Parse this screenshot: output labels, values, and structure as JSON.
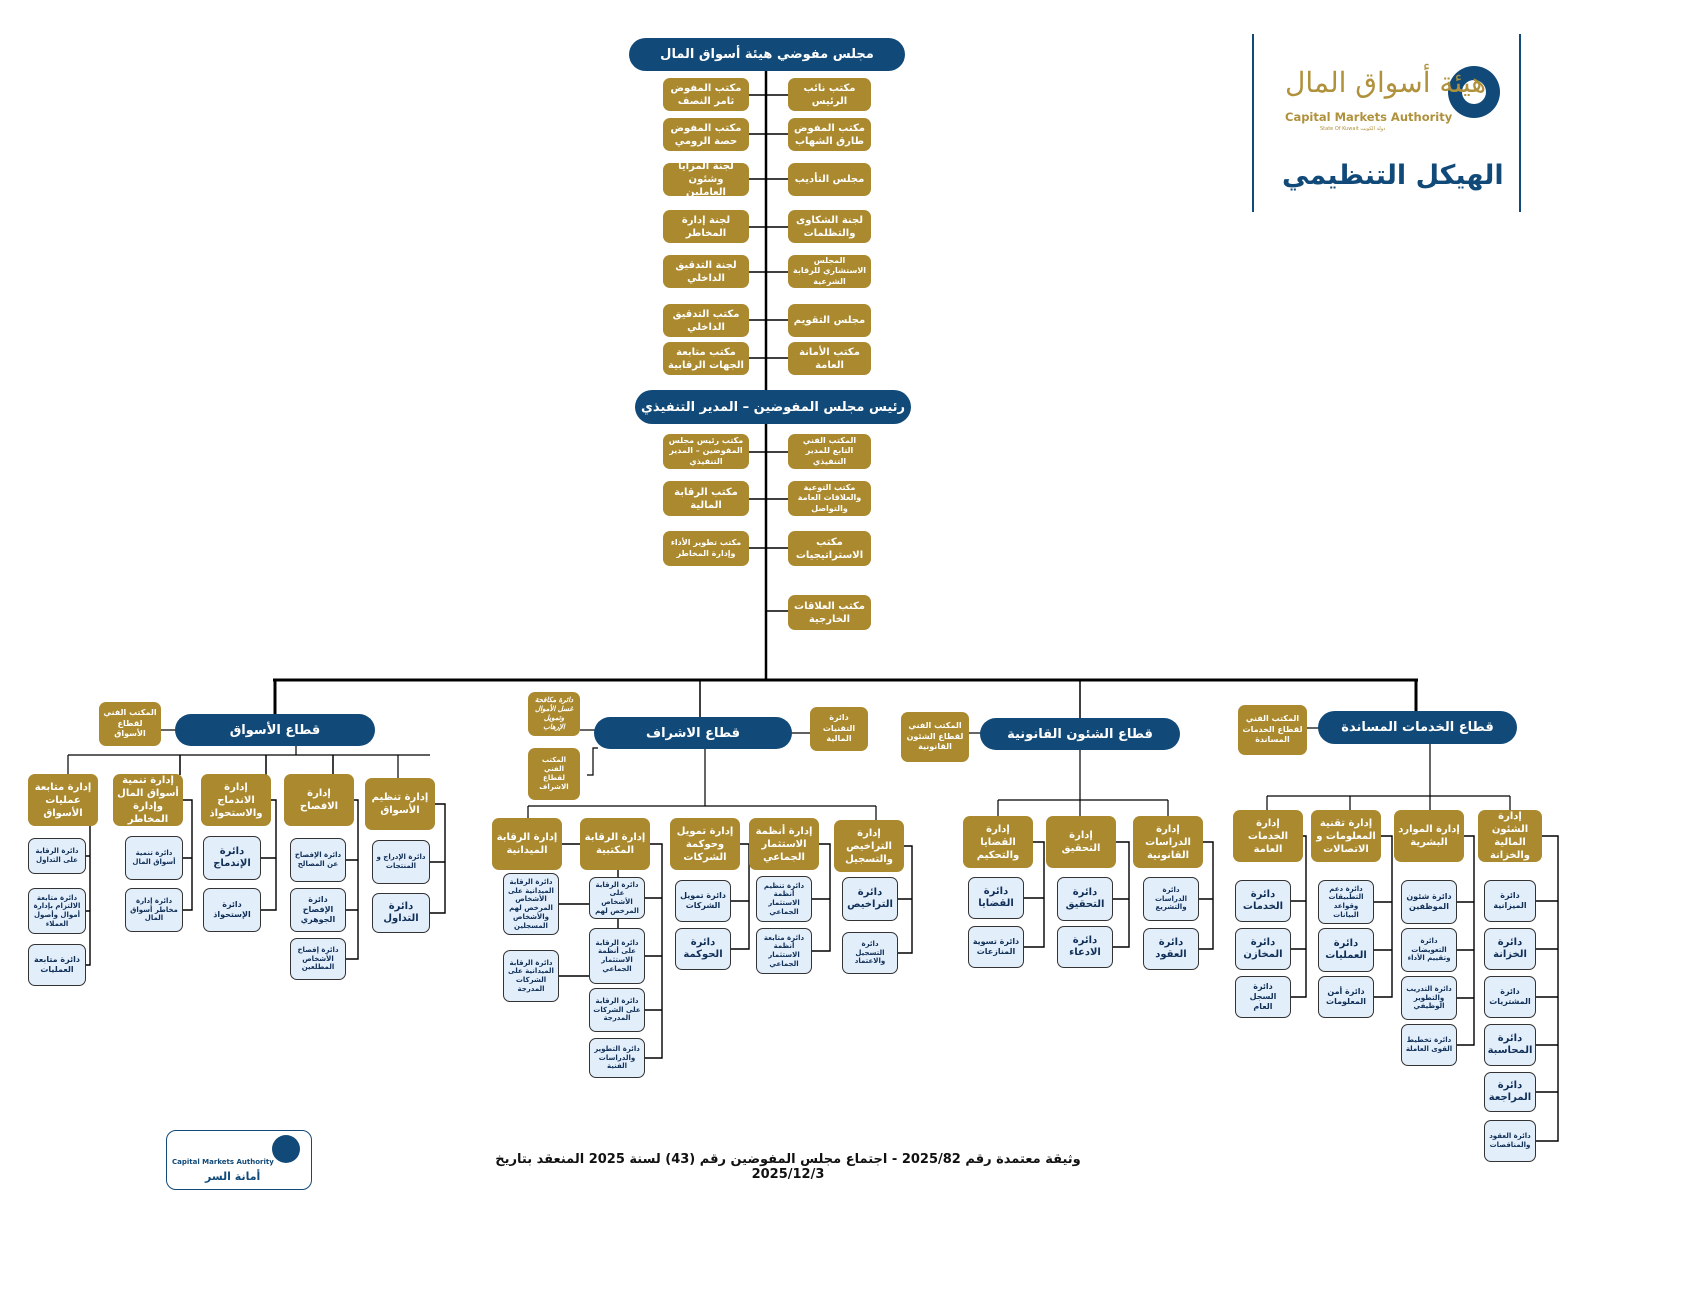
{
  "header": {
    "title": "الهيكل التنظيمي",
    "logo_arabic": "هيئة أسواق المال",
    "logo_english": "Capital Markets Authority",
    "logo_subtitle": "State Of Kuwait  دولة الكويت"
  },
  "board": {
    "title": "مجلس مفوضي هيئة أسواق المال",
    "right": [
      "مكتب نائب الرئيس",
      "مكتب المفوض طارق الشهاب",
      "مجلس التأديب",
      "لجنة الشكاوى والتظلمات",
      "المجلس الاستشاري للرقابة الشرعية",
      "مجلس التقويم",
      "مكتب الأمانة العامة"
    ],
    "left": [
      "مكتب المفوض ثامر النصف",
      "مكتب المفوض حصة الرومي",
      "لجنة المزايا وشئون العاملين",
      "لجنة إدارة المخاطر",
      "لجنة التدقيق الداخلي",
      "مكتب التدقيق الداخلي",
      "مكتب متابعة الجهات الرقابية"
    ]
  },
  "ceo": {
    "title": "رئيس مجلس المفوضين – المدير التنفيذي",
    "right": [
      "المكتب الفني التابع للمدير التنفيذي",
      "مكتب التوعية والعلاقات العامة والتواصل",
      "مكتب الاستراتيجيات",
      "مكتب العلاقات الخارجية"
    ],
    "left": [
      "مكتب رئيس مجلس المفوضين – المدير التنفيذي",
      "مكتب الرقابة المالية",
      "مكتب تطوير الأداء وإدارة المخاطر"
    ]
  },
  "sectors": {
    "support": {
      "title": "قطاع الخدمات المساندة",
      "office": "المكتب الفني لقطاع الخدمات المساندة",
      "departments": [
        {
          "name": "إدارة الشئون المالية والخزانة",
          "units": [
            "دائرة الميزانية",
            "دائرة الخزانة",
            "دائرة المشتريات",
            "دائرة المحاسبة",
            "دائرة المراجعة",
            "دائرة العقود والمناقصات"
          ]
        },
        {
          "name": "إدارة الموارد البشرية",
          "units": [
            "دائرة شئون الموظفين",
            "دائرة التعويضات وتقييم الأداء",
            "دائرة التدريب والتطوير الوظيفي",
            "دائرة تخطيط القوى العاملة"
          ]
        },
        {
          "name": "إدارة تقنية المعلومات و الاتصالات",
          "units": [
            "دائرة دعم التطبيقات وقواعد البيانات",
            "دائرة العمليات",
            "دائرة أمن المعلومات"
          ]
        },
        {
          "name": "إدارة الخدمات العامة",
          "units": [
            "دائرة الخدمات",
            "دائرة المخازن",
            "دائرة السجل العام"
          ]
        }
      ]
    },
    "legal": {
      "title": "قطاع الشئون القانونية",
      "office": "المكتب الفني لقطاع الشئون القانونية",
      "departments": [
        {
          "name": "إدارة الدراسات القانونية",
          "units": [
            "دائرة الدراسات والتشريع",
            "دائرة العقود"
          ]
        },
        {
          "name": "إدارة التحقيق",
          "units": [
            "دائرة التحقيق",
            "دائرة الادعاء"
          ]
        },
        {
          "name": "إدارة القضايا والتحكيم",
          "units": [
            "دائرة القضايا",
            "دائرة تسوية المنازعات"
          ]
        }
      ]
    },
    "supervision": {
      "title": "قطاع الاشراف",
      "side_right": "دائرة التقنيات المالية",
      "side_left_top": "دائرة مكافحة غسل الأموال وتمويل الإرهاب",
      "office": "المكتب الفني لقطاع الاشراف",
      "departments": [
        {
          "name": "إدارة التراخيص والتسجيل",
          "units": [
            "دائرة التراخيص",
            "دائرة التسجيل والاعتماد"
          ]
        },
        {
          "name": "إدارة أنظمة الاستثمار الجماعي",
          "units": [
            "دائرة تنظيم أنظمة الاستثمار الجماعي",
            "دائرة متابعة أنظمة الاستثمار الجماعي"
          ]
        },
        {
          "name": "إدارة تمويل وحوكمة الشركات",
          "units": [
            "دائرة تمويل الشركات",
            "دائرة الحوكمة"
          ]
        },
        {
          "name": "إدارة الرقابة المكتبية",
          "units": [
            "دائرة الرقابة على الأشخاص المرخص لهم",
            "دائرة الرقابة على أنظمة الاستثمار الجماعي",
            "دائرة الرقابة على الشركات المدرجة",
            "دائرة التطوير والدراسات الفنية"
          ]
        },
        {
          "name": "إدارة الرقابة الميدانية",
          "units": [
            "دائرة الرقابة الميدانية على الأشخاص المرخص لهم والأشخاص المسجلين",
            "دائرة الرقابة الميدانية على الشركات المدرجة"
          ]
        }
      ]
    },
    "markets": {
      "title": "قطاع الأسواق",
      "office": "المكتب الفني لقطاع الأسواق",
      "departments": [
        {
          "name": "إدارة تنظيم الأسواق",
          "units": [
            "دائرة الإدراج و المنتجات",
            "دائرة التداول"
          ]
        },
        {
          "name": "إدارة الافصاح",
          "units": [
            "دائرة الإفصاح عن المصالح",
            "دائرة الإفصاح الجوهري",
            "دائرة إفصاح الأشخاص المطلعين"
          ]
        },
        {
          "name": "إدارة الاندماج والاستحواذ",
          "units": [
            "دائرة الإندماج",
            "دائرة الإستحواذ"
          ]
        },
        {
          "name": "إدارة تنمية أسواق المال وإدارة المخاطر",
          "units": [
            "دائرة تنمية أسواق المال",
            "دائرة إدارة مخاطر أسواق المال"
          ]
        },
        {
          "name": "إدارة متابعة عمليات الأسواق",
          "units": [
            "دائرة الرقابة على التداول",
            "دائرة متابعة الالتزام بإدارة أموال وأصول العملاء",
            "دائرة متابعة العمليات"
          ]
        }
      ]
    }
  },
  "footer": {
    "line1": "وثيقة معتمدة رقم 2025/82 - اجتماع مجلس المفوضين رقم (43) لسنة 2025 المنعقد بتاريخ 2025/12/3",
    "logo_caption": "أمانة السر",
    "logo_english": "Capital Markets Authority"
  },
  "colors": {
    "navy": "#114a78",
    "gold": "#ab8a2f",
    "unit_bg": "#e3eefb"
  }
}
